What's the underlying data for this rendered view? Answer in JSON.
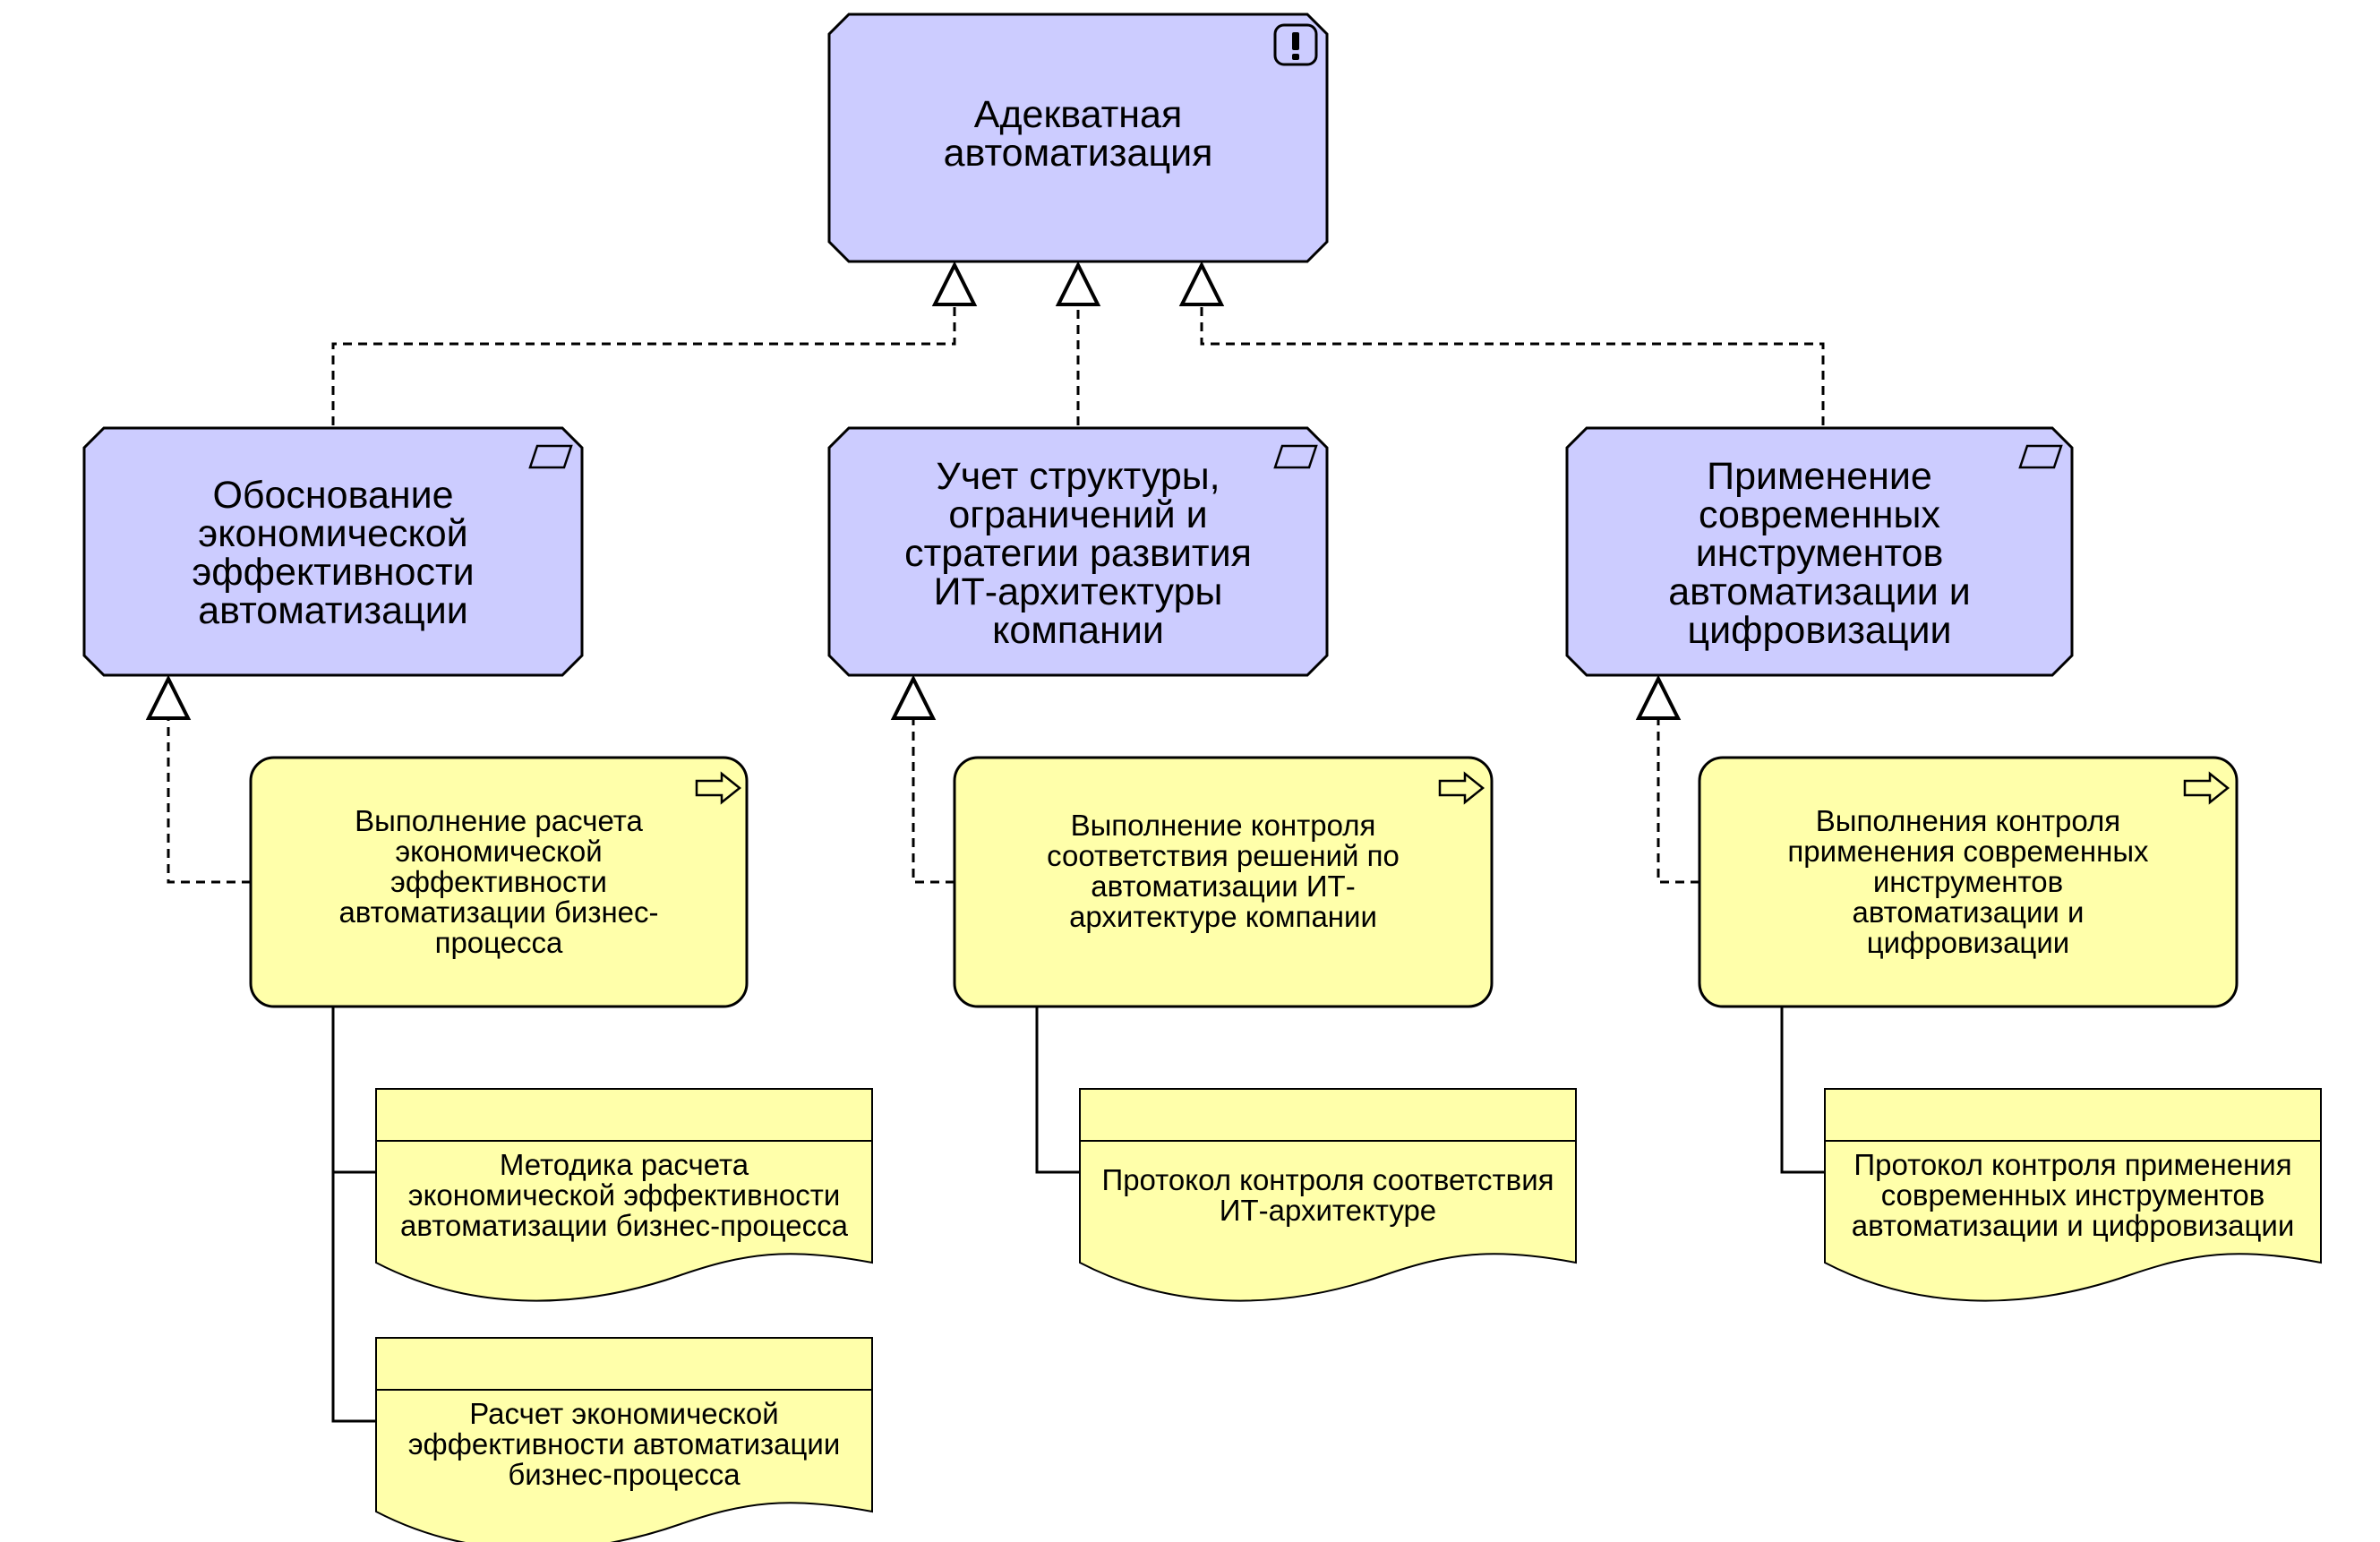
{
  "colors": {
    "goal_fill": "#ccccff",
    "process_fill": "#ffffaa",
    "stroke": "#000000"
  },
  "top_goal": {
    "label": "Адекватная\nавтоматизация",
    "icon": "exclamation-icon"
  },
  "principles": [
    {
      "label": "Обоснование\nэкономической\nэффективности\nавтоматизации",
      "icon": "parallelogram-icon"
    },
    {
      "label": "Учет структуры,\nограничений и\nстратегии развития\nИТ-архитектуры\nкомпании",
      "icon": "parallelogram-icon"
    },
    {
      "label": "Применение\nсовременных\nинструментов\nавтоматизации и\nцифровизации",
      "icon": "parallelogram-icon"
    }
  ],
  "processes": [
    {
      "label": "Выполнение расчета\nэкономической\nэффективности\nавтоматизации бизнес-\nпроцесса",
      "icon": "arrow-right-icon"
    },
    {
      "label": "Выполнение контроля\nсоответствия решений по\nавтоматизации ИТ-\nархитектуре компании",
      "icon": "arrow-right-icon"
    },
    {
      "label": "Выполнения контроля\nприменения современных\nинструментов\nавтоматизации и\nцифровизации",
      "icon": "arrow-right-icon"
    }
  ],
  "documents": [
    {
      "label": "Методика расчета\nэкономической эффективности\nавтоматизации бизнес-процесса"
    },
    {
      "label": "Расчет экономической\nэффективности автоматизации\nбизнес-процесса"
    },
    {
      "label": "Протокол контроля соответствия\nИТ-архитектуре"
    },
    {
      "label": "Протокол контроля применения\nсовременных инструментов\nавтоматизации и цифровизации"
    }
  ]
}
